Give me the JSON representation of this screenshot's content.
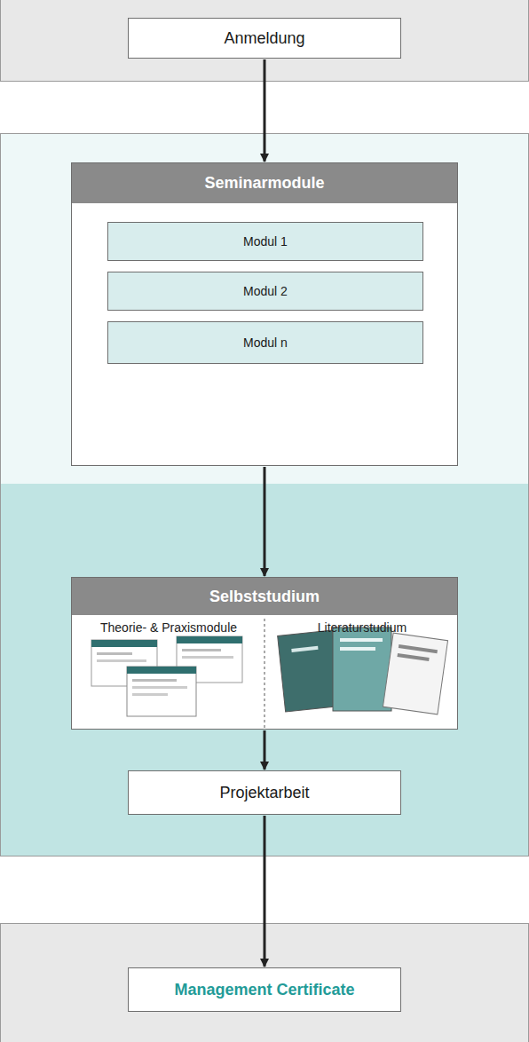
{
  "diagram": {
    "nodes": [
      {
        "text": [
          "Anmeldung"
        ]
      },
      {
        "text": [
          "Seminarmodule"
        ]
      },
      {
        "text": [
          "Modul 1"
        ],
        "in": 1
      },
      {
        "text": [
          "Modul 2"
        ],
        "in": 1
      },
      {
        "text": [
          "Modul n"
        ],
        "in": 1
      },
      {
        "text": [
          "Selbststudium",
          "Theorie- & Praxismodule",
          "Literaturstudium"
        ]
      },
      {
        "text": [
          "Projektarbeit"
        ]
      },
      {
        "text": [
          "Management Certificate"
        ]
      }
    ],
    "edges": [
      {
        "from": 0,
        "to": 1,
        "arrow": "to"
      },
      {
        "from": 2,
        "to": 3,
        "arrow": "to"
      },
      {
        "from": 3,
        "to": 4,
        "arrow": "to"
      },
      {
        "from": 1,
        "to": 5,
        "arrow": "to"
      },
      {
        "from": 5,
        "to": 6,
        "arrow": "to"
      },
      {
        "from": 6,
        "to": 7,
        "arrow": "to"
      }
    ]
  }
}
